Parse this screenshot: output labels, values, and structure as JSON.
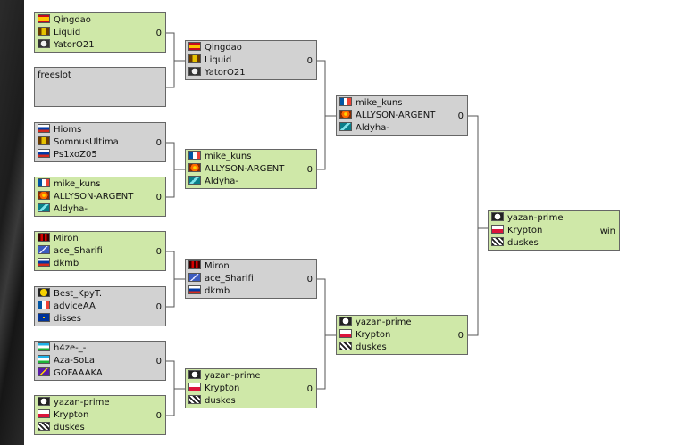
{
  "boxes": [
    {
      "id": "r1m1",
      "win": true,
      "players": [
        {
          "name": "Qingdao",
          "flag": "flag-spain"
        },
        {
          "name": "Liquid",
          "flag": "flag-race"
        },
        {
          "name": "YatorO21",
          "flag": "flag-skull"
        }
      ],
      "score": "0"
    },
    {
      "id": "r1m2",
      "win": false,
      "free": "freeslot",
      "players": [],
      "score": ""
    },
    {
      "id": "r1m3",
      "win": false,
      "players": [
        {
          "name": "Hioms",
          "flag": "flag-russia"
        },
        {
          "name": "SomnusUltima",
          "flag": "flag-race"
        },
        {
          "name": "Ps1xoZ05",
          "flag": "flag-russia"
        }
      ],
      "score": "0"
    },
    {
      "id": "r1m4",
      "win": true,
      "players": [
        {
          "name": "mike_kuns",
          "flag": "flag-france"
        },
        {
          "name": "ALLYSON-ARGENT",
          "flag": "flag-orange"
        },
        {
          "name": "Aldyha-",
          "flag": "flag-teal"
        }
      ],
      "score": "0"
    },
    {
      "id": "r1m5",
      "win": true,
      "players": [
        {
          "name": "Miron",
          "flag": "flag-red-dark"
        },
        {
          "name": "ace_Sharifi",
          "flag": "flag-blue-white"
        },
        {
          "name": "dkmb",
          "flag": "flag-russia"
        }
      ],
      "score": "0"
    },
    {
      "id": "r1m6",
      "win": false,
      "players": [
        {
          "name": "Best_KpyT.",
          "flag": "flag-smile"
        },
        {
          "name": "adviceAA",
          "flag": "flag-france"
        },
        {
          "name": "disses",
          "flag": "flag-eu"
        }
      ],
      "score": "0"
    },
    {
      "id": "r1m7",
      "win": false,
      "players": [
        {
          "name": "h4ze-_-",
          "flag": "flag-uzbek"
        },
        {
          "name": "Aza-SoLa",
          "flag": "flag-uzbek"
        },
        {
          "name": "GOFAAAKA",
          "flag": "flag-purple"
        }
      ],
      "score": "0"
    },
    {
      "id": "r1m8",
      "win": true,
      "players": [
        {
          "name": "yazan-prime",
          "flag": "flag-mask"
        },
        {
          "name": "Krypton",
          "flag": "flag-red-white"
        },
        {
          "name": "duskes",
          "flag": "flag-pattern"
        }
      ],
      "score": "0"
    },
    {
      "id": "r2m1",
      "win": false,
      "players": [
        {
          "name": "Qingdao",
          "flag": "flag-spain"
        },
        {
          "name": "Liquid",
          "flag": "flag-race"
        },
        {
          "name": "YatorO21",
          "flag": "flag-skull"
        }
      ],
      "score": "0"
    },
    {
      "id": "r2m2",
      "win": true,
      "players": [
        {
          "name": "mike_kuns",
          "flag": "flag-france"
        },
        {
          "name": "ALLYSON-ARGENT",
          "flag": "flag-orange"
        },
        {
          "name": "Aldyha-",
          "flag": "flag-teal"
        }
      ],
      "score": "0"
    },
    {
      "id": "r2m3",
      "win": false,
      "players": [
        {
          "name": "Miron",
          "flag": "flag-red-dark"
        },
        {
          "name": "ace_Sharifi",
          "flag": "flag-blue-white"
        },
        {
          "name": "dkmb",
          "flag": "flag-russia"
        }
      ],
      "score": "0"
    },
    {
      "id": "r2m4",
      "win": true,
      "players": [
        {
          "name": "yazan-prime",
          "flag": "flag-mask"
        },
        {
          "name": "Krypton",
          "flag": "flag-red-white"
        },
        {
          "name": "duskes",
          "flag": "flag-pattern"
        }
      ],
      "score": "0"
    },
    {
      "id": "r3m1",
      "win": false,
      "players": [
        {
          "name": "mike_kuns",
          "flag": "flag-france"
        },
        {
          "name": "ALLYSON-ARGENT",
          "flag": "flag-orange"
        },
        {
          "name": "Aldyha-",
          "flag": "flag-teal"
        }
      ],
      "score": "0"
    },
    {
      "id": "r3m2",
      "win": true,
      "players": [
        {
          "name": "yazan-prime",
          "flag": "flag-mask"
        },
        {
          "name": "Krypton",
          "flag": "flag-red-white"
        },
        {
          "name": "duskes",
          "flag": "flag-pattern"
        }
      ],
      "score": "0"
    },
    {
      "id": "final",
      "win": true,
      "players": [
        {
          "name": "yazan-prime",
          "flag": "flag-mask"
        },
        {
          "name": "Krypton",
          "flag": "flag-red-white"
        },
        {
          "name": "duskes",
          "flag": "flag-pattern"
        }
      ],
      "score": "win"
    }
  ],
  "colors": {
    "win_bg": "#cfe8a8",
    "loss_bg": "#d2d2d2",
    "border": "#666666",
    "line": "#555555"
  }
}
